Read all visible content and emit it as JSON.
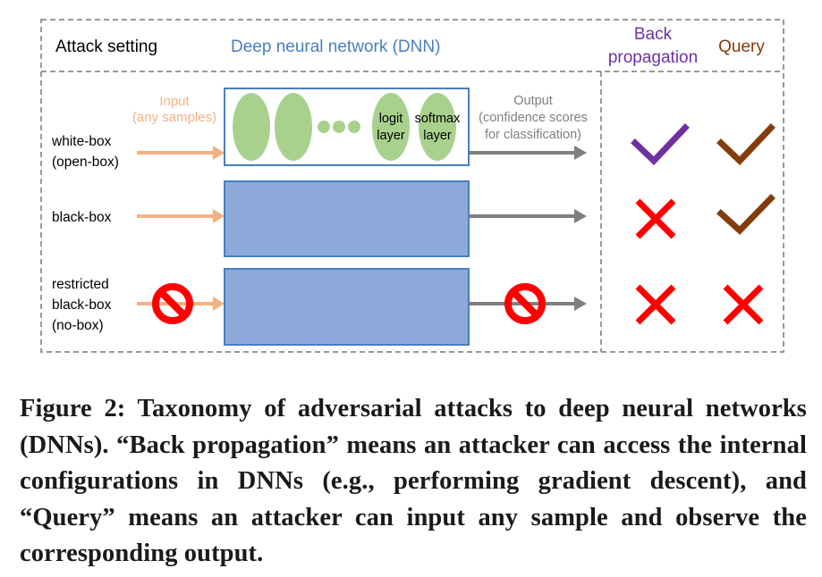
{
  "header": {
    "attack_setting": "Attack setting",
    "dnn": "Deep neural network (DNN)",
    "back_propagation_line1": "Back",
    "back_propagation_line2": "propagation",
    "query": "Query"
  },
  "input_label": {
    "line1": "Input",
    "line2": "(any samples)"
  },
  "output_label": {
    "line1": "Output",
    "line2": "(confidence scores",
    "line3": "for classification)"
  },
  "layers": {
    "logit_line1": "logit",
    "logit_line2": "layer",
    "softmax_line1": "softmax",
    "softmax_line2": "layer"
  },
  "rows": [
    {
      "label_line1": "white-box",
      "label_line2": "(open-box)",
      "label_line3": "",
      "back_propagation": "check",
      "query": "check"
    },
    {
      "label_line1": "black-box",
      "label_line2": "",
      "label_line3": "",
      "back_propagation": "cross",
      "query": "check"
    },
    {
      "label_line1": "restricted",
      "label_line2": "black-box",
      "label_line3": "(no-box)",
      "back_propagation": "cross",
      "query": "cross"
    }
  ],
  "colors": {
    "dnn_blue": "#4a7ebf",
    "box_fill": "#8eaadb",
    "layer_green": "#a9d18e",
    "input_orange": "#f4b183",
    "output_gray": "#7f7f7f",
    "check_purple": "#7030a0",
    "check_brown": "#843c0c",
    "cross_red": "#ff0000",
    "query_brown": "#843c0c",
    "back_prop_purple": "#7030a0"
  },
  "caption": "Figure 2: Taxonomy of adversarial attacks to deep neural networks (DNNs). “Back propagation” means an attacker can access the internal configurations in DNNs (e.g., performing gradient descent), and “Query” means an attacker can input any sample and observe the corresponding output."
}
